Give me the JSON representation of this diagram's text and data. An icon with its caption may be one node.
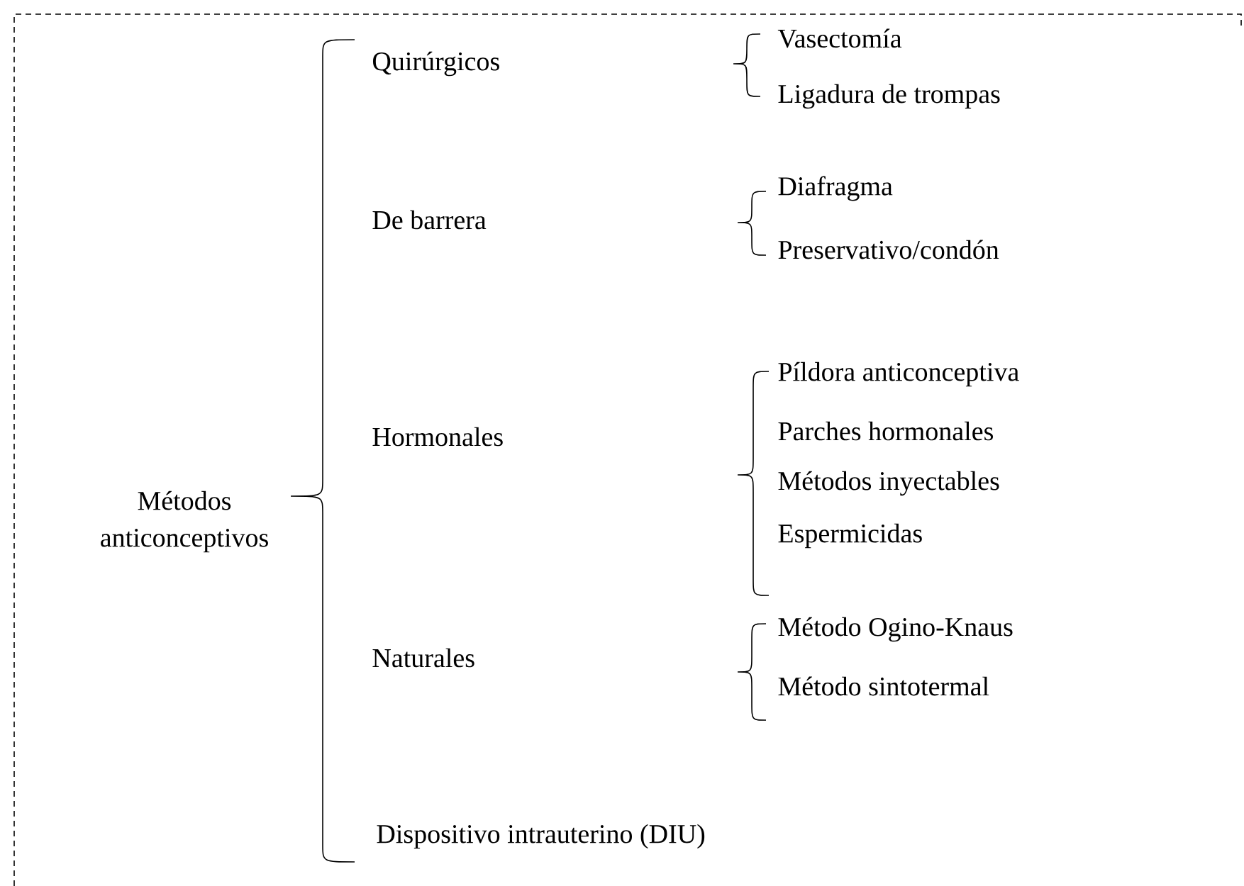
{
  "diagram": {
    "labels": [
      "Métodos anticonceptivos",
      "Quirúrgicos",
      "Vasectomía",
      "Ligadura de trompas",
      "De barrera",
      "Diafragma",
      "Preservativo/condón",
      "Hormonales",
      "Píldora anticonceptiva",
      "Parches hormonales",
      "Métodos inyectables",
      "Espermicidas",
      "Naturales",
      "Método Ogino-Knaus",
      "Método sintotermal",
      "Dispositivo intrauterino (DIU)"
    ]
  }
}
